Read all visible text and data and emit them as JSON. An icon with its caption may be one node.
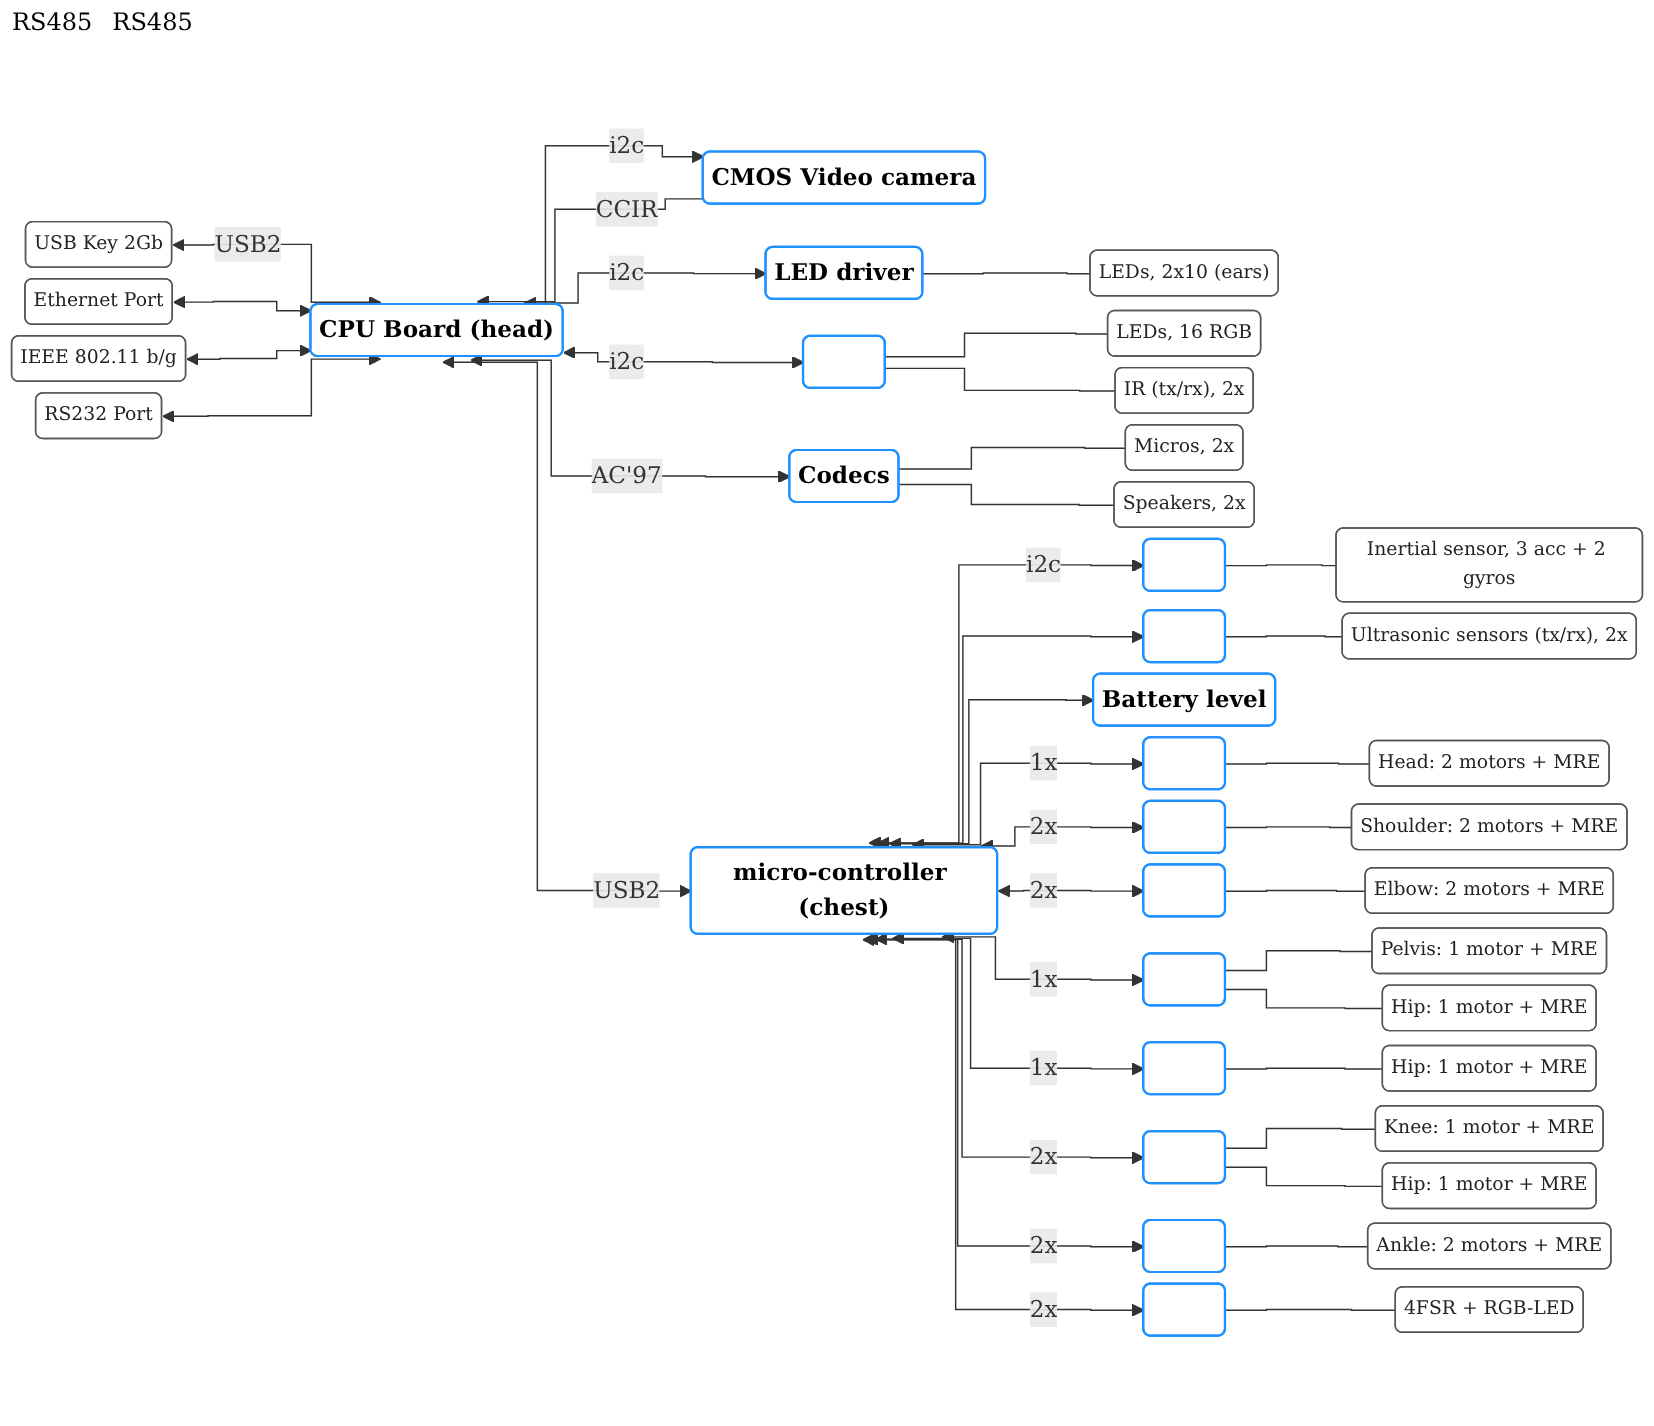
{
  "diagram": {
    "nodes": [
      {
        "text": [
          "USB Key 2Gb"
        ]
      },
      {
        "text": [
          "Ethernet Port"
        ]
      },
      {
        "text": [
          "IEEE 802.11 b/g"
        ]
      },
      {
        "text": [
          "RS232 Port"
        ]
      },
      {
        "text": [
          "CMOS Video camera"
        ]
      },
      {
        "text": [
          "CPU Board (head)"
        ]
      },
      {
        "text": [
          "LED driver"
        ]
      },
      {
        "text": [],
        "shape": "box"
      },
      {
        "text": [
          "Codecs"
        ]
      },
      {
        "text": [
          "LEDs, 2x10 (ears)"
        ]
      },
      {
        "text": [
          "LEDs, 16 RGB"
        ]
      },
      {
        "text": [
          "IR (tx/rx), 2x"
        ]
      },
      {
        "text": [
          "Micros, 2x"
        ]
      },
      {
        "text": [
          "Speakers, 2x"
        ]
      },
      {
        "text": [
          "micro-controller (chest)"
        ]
      },
      {
        "text": [],
        "shape": "box"
      },
      {
        "text": [],
        "shape": "box"
      },
      {
        "text": [
          "Battery level"
        ]
      },
      {
        "text": [
          "Inertial sensor, 3 acc + 2 gyros"
        ]
      },
      {
        "text": [
          "Ultrasonic sensors (tx/rx), 2x"
        ]
      },
      {
        "text": [],
        "shape": "box"
      },
      {
        "text": [],
        "shape": "box"
      },
      {
        "text": [],
        "shape": "box"
      },
      {
        "text": [
          "Head: 2 motors + MRE"
        ]
      },
      {
        "text": [
          "Shoulder: 2 motors + MRE"
        ]
      },
      {
        "text": [
          "Elbow: 2 motors + MRE"
        ]
      },
      {
        "text": [],
        "shape": "box"
      },
      {
        "text": [],
        "shape": "box"
      },
      {
        "text": [],
        "shape": "box"
      },
      {
        "text": [],
        "shape": "box"
      },
      {
        "text": [],
        "shape": "box"
      },
      {
        "text": [
          "Pelvis: 1 motor + MRE"
        ]
      },
      {
        "text": [
          "Hip: 1 motor + MRE"
        ]
      },
      {
        "text": [
          "Hip: 1 motor + MRE"
        ]
      },
      {
        "text": [
          "Knee: 1 motor + MRE"
        ]
      },
      {
        "text": [
          "Hip: 1 motor + MRE"
        ]
      },
      {
        "text": [
          "Ankle: 2 motors + MRE"
        ]
      },
      {
        "text": [
          "4FSR + RGB-LED"
        ]
      }
    ],
    "edges": [
      {
        "from": 0,
        "to": 5,
        "arrow": "both",
        "label": "USB2"
      },
      {
        "from": 1,
        "to": 5,
        "arrow": "both"
      },
      {
        "from": 2,
        "to": 5,
        "arrow": "both"
      },
      {
        "from": 3,
        "to": 5,
        "arrow": "both"
      },
      {
        "from": 4,
        "to": 5,
        "arrow": "to",
        "label": "CCIR"
      },
      {
        "from": 5,
        "to": 4,
        "arrow": "to",
        "label": "i2c"
      },
      {
        "from": 5,
        "to": 6,
        "arrow": "both",
        "label": "i2c"
      },
      {
        "from": 5,
        "to": 7,
        "arrow": "both",
        "label": "i2c"
      },
      {
        "from": 5,
        "to": 8,
        "arrow": "both",
        "label": "AC'97"
      },
      {
        "from": 6,
        "to": 9,
        "arrow": "none"
      },
      {
        "from": 7,
        "to": 10,
        "arrow": "none"
      },
      {
        "from": 7,
        "to": 11,
        "arrow": "none"
      },
      {
        "from": 8,
        "to": 12,
        "arrow": "none"
      },
      {
        "from": 8,
        "to": 13,
        "arrow": "none"
      },
      {
        "from": 5,
        "to": 14,
        "arrow": "both",
        "label": "USB2"
      },
      {
        "from": 14,
        "to": 15,
        "arrow": "both",
        "label": "i2c"
      },
      {
        "from": 14,
        "to": 16,
        "arrow": "both"
      },
      {
        "from": 14,
        "to": 17,
        "arrow": "both"
      },
      {
        "from": 15,
        "to": 18,
        "arrow": "none"
      },
      {
        "from": 16,
        "to": 19,
        "arrow": "none"
      },
      {
        "from": 14,
        "to": 20,
        "arrow": "both",
        "label": "1x"
      },
      {
        "from": 14,
        "to": 21,
        "arrow": "both",
        "label": "2x"
      },
      {
        "from": 14,
        "to": 22,
        "arrow": "both",
        "label": "2x"
      },
      {
        "from": 20,
        "to": 23,
        "arrow": "none"
      },
      {
        "from": 21,
        "to": 24,
        "arrow": "none"
      },
      {
        "from": 22,
        "to": 25,
        "arrow": "none"
      },
      {
        "from": 14,
        "to": 26,
        "arrow": "both",
        "label": "1x"
      },
      {
        "from": 14,
        "to": 27,
        "arrow": "both",
        "label": "1x"
      },
      {
        "from": 14,
        "to": 28,
        "arrow": "both",
        "label": "2x"
      },
      {
        "from": 14,
        "to": 29,
        "arrow": "both",
        "label": "2x"
      },
      {
        "from": 14,
        "to": 30,
        "arrow": "both",
        "label": "2x"
      },
      {
        "from": 26,
        "to": 31,
        "arrow": "none"
      },
      {
        "from": 26,
        "to": 32,
        "arrow": "none"
      },
      {
        "from": 27,
        "to": 33,
        "arrow": "none"
      },
      {
        "from": 28,
        "to": 34,
        "arrow": "none"
      },
      {
        "from": 28,
        "to": 35,
        "arrow": "none"
      },
      {
        "from": 29,
        "to": 36,
        "arrow": "none"
      },
      {
        "from": 30,
        "to": 37,
        "arrow": "none"
      }
    ],
    "labels": [
      "RS485",
      "RS485"
    ]
  }
}
